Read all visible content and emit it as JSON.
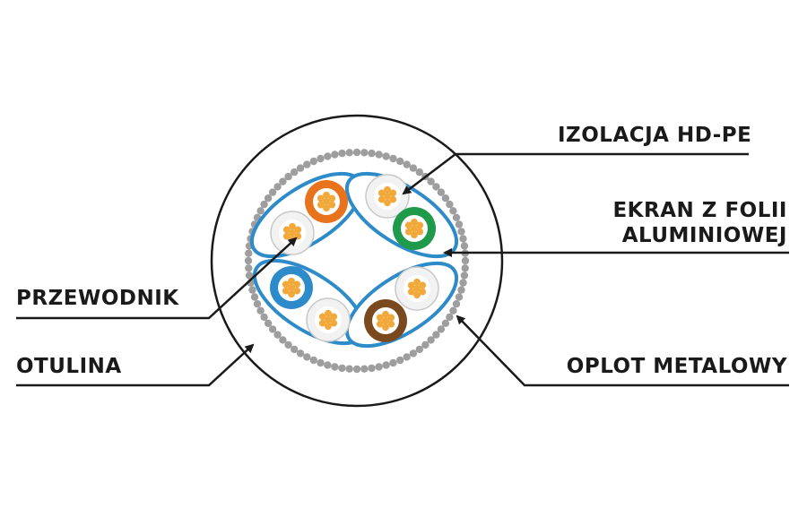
{
  "labels": {
    "izolacja": "IZOLACJA HD-PE",
    "ekran_line1": "EKRAN Z FOLII",
    "ekran_line2": "ALUMINIOWEJ",
    "przewodnik": "PRZEWODNIK",
    "otulina": "OTULINA",
    "oplot": "OPLOT METALOWY"
  },
  "colors": {
    "line": "#1a1a1a",
    "foil": "#2e8bc9",
    "braid": "#9e9e9e",
    "copper": "#f2a93b",
    "insulation_white": "#f2f2f2",
    "orange": "#e8731c",
    "green": "#1f9a4a",
    "blue": "#2e8bc9",
    "brown": "#7a4a1e"
  }
}
